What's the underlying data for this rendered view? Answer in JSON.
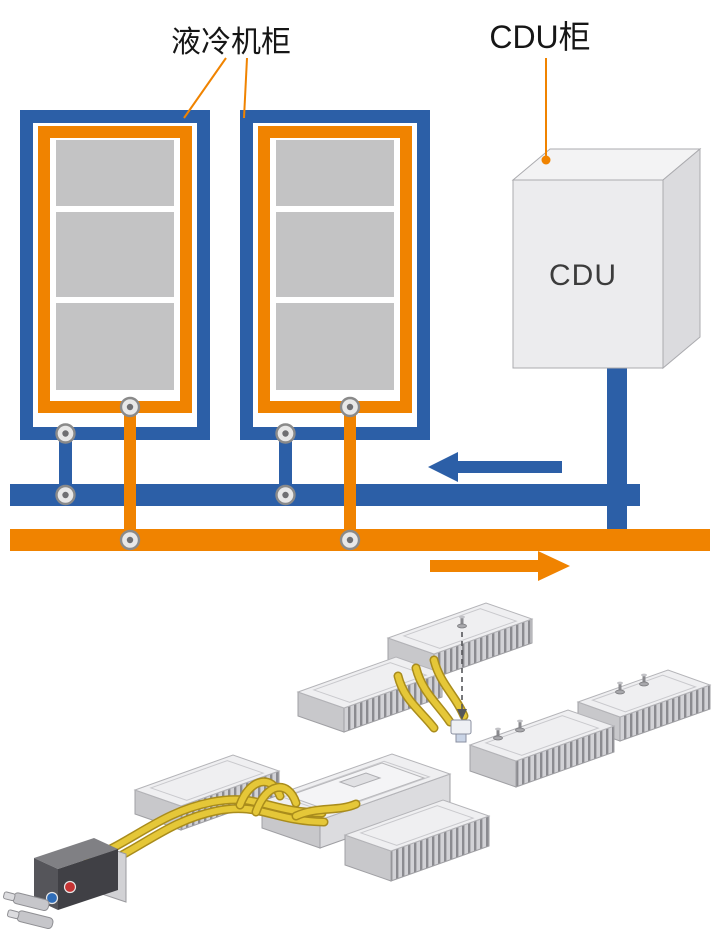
{
  "figure": {
    "labels": {
      "liquid_cooling_cabinet": "液冷机柜",
      "cdu_cabinet": "CDU柜",
      "cdu_unit": "CDU"
    },
    "flow_arrows": {
      "supply_direction": "left",
      "return_direction": "right"
    },
    "cabinet_count": 2,
    "servers_per_cabinet": 3
  },
  "colors": {
    "pipe_blue": "#2c5fa7",
    "pipe_orange": "#f08300",
    "server_gray": "#c3c3c4",
    "tube_yellow": "#e5c738",
    "connector_red": "#c63434",
    "connector_blue": "#2f6db8"
  }
}
